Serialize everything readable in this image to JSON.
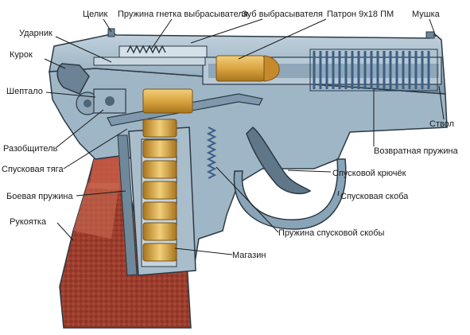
{
  "labels": {
    "rear_sight": "Целик",
    "ejector_spring": "Пружина гнетка выбрасывателя",
    "ejector_tooth": "Зуб выбрасывателя",
    "cartridge": "Патрон 9х18 ПМ",
    "front_sight": "Мушка",
    "striker": "Ударник",
    "hammer": "Курок",
    "sear": "Шептало",
    "disconnector": "Разобщитель",
    "trigger_bar": "Спусковая тяга",
    "mainspring": "Боевая пружина",
    "grip": "Рукоятка",
    "barrel": "Ствол",
    "recoil_spring": "Возвратная пружина",
    "trigger": "Спусковой крючёк",
    "trigger_guard": "Спусковая скоба",
    "trigger_guard_spring": "Пружина спусковой скобы",
    "magazine": "Магазин"
  },
  "colors": {
    "metal_light": "#9fb6c6",
    "metal_mid": "#7f98ab",
    "metal_dark": "#4f6678",
    "outline": "#2b3a46",
    "brass": "#d9a441",
    "brass_dark": "#a8741c",
    "spring_blue": "#3b5f86",
    "grip_red": "#b2503f",
    "grip_dark": "#8a3528"
  }
}
